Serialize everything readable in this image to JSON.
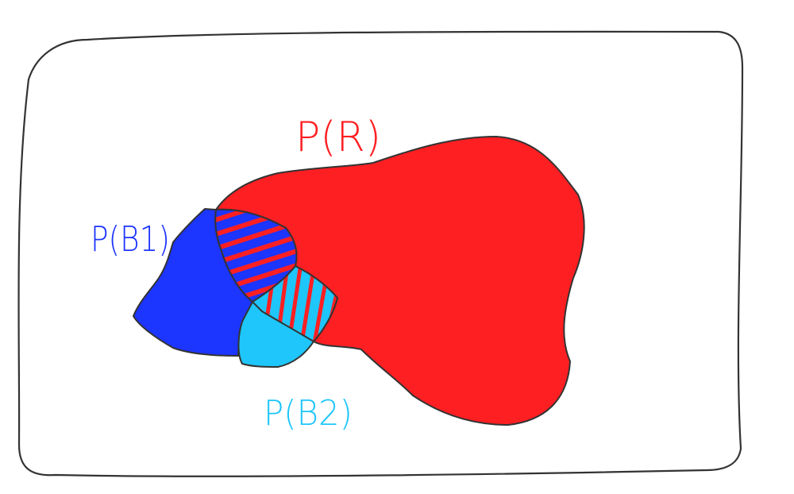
{
  "colors": {
    "red": "#fe1f22",
    "blue": "#1c35ff",
    "cyan": "#1ec6fb",
    "outline": "#333333",
    "background": "#ffffff"
  },
  "labels": {
    "r": "P(R)",
    "b1": "P(B1)",
    "b2": "P(B2)"
  },
  "regions": [
    {
      "name": "R",
      "color": "red"
    },
    {
      "name": "B1",
      "color": "blue"
    },
    {
      "name": "B2",
      "color": "cyan"
    }
  ],
  "overlaps": [
    {
      "regions": [
        "B1",
        "R"
      ],
      "pattern": "red-blue-stripes"
    },
    {
      "regions": [
        "B2",
        "R"
      ],
      "pattern": "red-cyan-stripes"
    }
  ]
}
